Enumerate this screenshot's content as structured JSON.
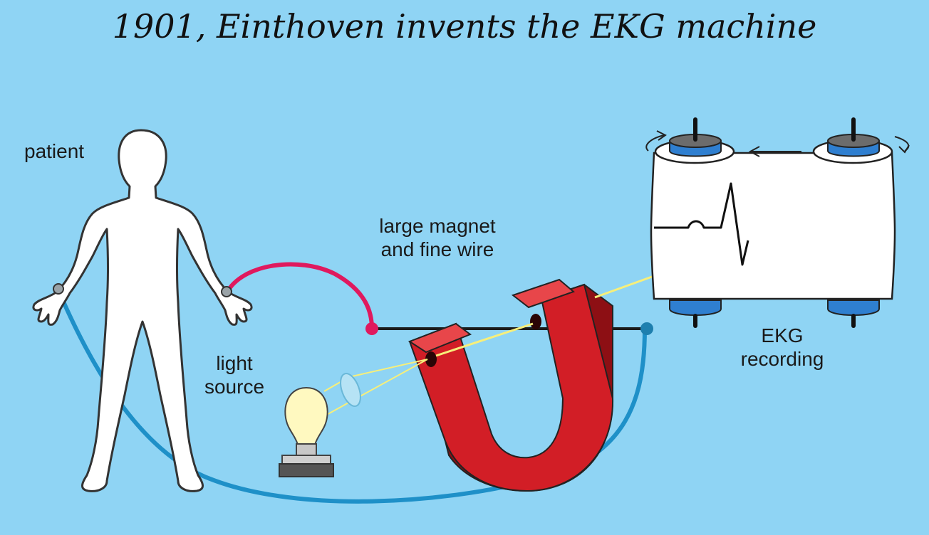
{
  "title": "1901, Einthoven invents the EKG machine",
  "labels": {
    "patient": "patient",
    "magnet_line1": "large magnet",
    "magnet_line2": "and fine wire",
    "light_line1": "light",
    "light_line2": "source",
    "ekg_line1": "EKG",
    "ekg_line2": "recording"
  },
  "colors": {
    "background": "#8fd4f4",
    "magnet": "#d21e26",
    "left_lead": "#1e90c8",
    "right_lead": "#e0195e",
    "spool": "#2f7fd0",
    "bulb": "#fff9c0"
  }
}
